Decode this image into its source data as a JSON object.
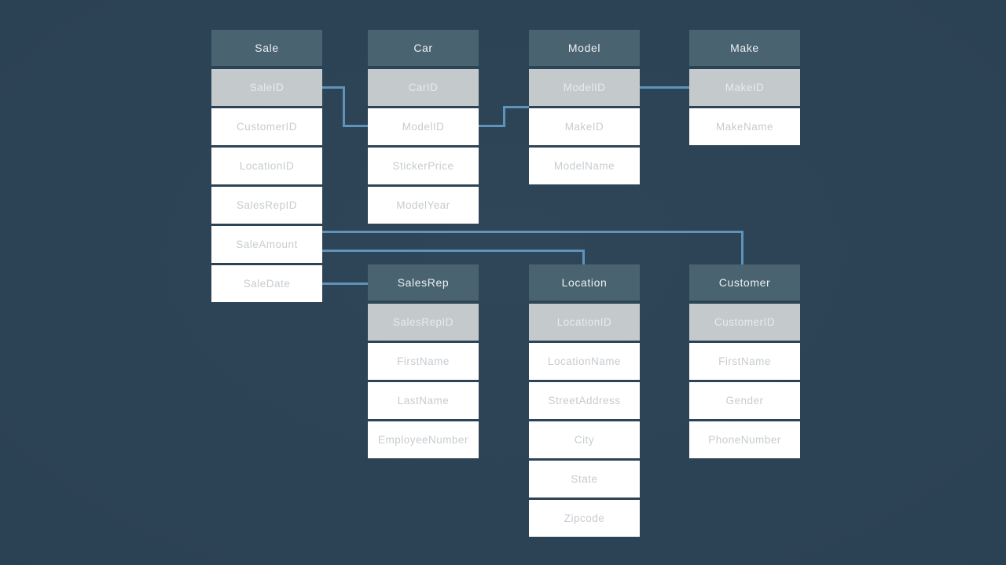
{
  "colors": {
    "background": "#2b4154",
    "table_header_bg": "#4a6370",
    "table_header_text": "#eef2f4",
    "pk_row_bg": "#c4c9cc",
    "pk_row_text": "#e8ebed",
    "row_bg": "#ffffff",
    "row_text": "#c7ccd0",
    "relationship_line": "#6093ba"
  },
  "diagram": {
    "tables": [
      {
        "name": "Sale",
        "primary_key": "SaleID",
        "fields": [
          "CustomerID",
          "LocationID",
          "SalesRepID",
          "SaleAmount",
          "SaleDate"
        ]
      },
      {
        "name": "Car",
        "primary_key": "CarID",
        "fields": [
          "ModelID",
          "StickerPrice",
          "ModelYear"
        ]
      },
      {
        "name": "Model",
        "primary_key": "ModelID",
        "fields": [
          "MakeID",
          "ModelName"
        ]
      },
      {
        "name": "Make",
        "primary_key": "MakeID",
        "fields": [
          "MakeName"
        ]
      },
      {
        "name": "SalesRep",
        "primary_key": "SalesRepID",
        "fields": [
          "FirstName",
          "LastName",
          "EmployeeNumber"
        ]
      },
      {
        "name": "Location",
        "primary_key": "LocationID",
        "fields": [
          "LocationName",
          "StreetAddress",
          "City",
          "State",
          "Zipcode"
        ]
      },
      {
        "name": "Customer",
        "primary_key": "CustomerID",
        "fields": [
          "FirstName",
          "Gender",
          "PhoneNumber"
        ]
      }
    ],
    "relationships": [
      {
        "from": "Sale.SaleID",
        "to": "Car.ModelID"
      },
      {
        "from": "Car.ModelID",
        "to": "Model.ModelID"
      },
      {
        "from": "Make.MakeID",
        "to": "Model.ModelID"
      },
      {
        "from": "Sale",
        "to": "Customer"
      },
      {
        "from": "Sale",
        "to": "Location"
      },
      {
        "from": "Sale.SaleDate",
        "to": "SalesRep"
      }
    ]
  }
}
